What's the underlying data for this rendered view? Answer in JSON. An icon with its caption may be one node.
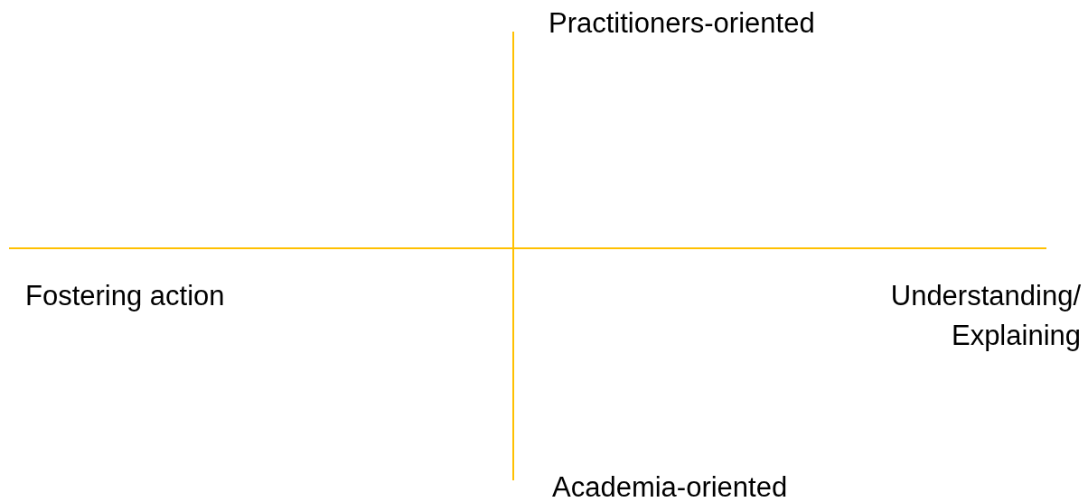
{
  "diagram": {
    "labels": [
      "Practitioners-oriented",
      "Fostering action",
      "Understanding/ Explaining",
      "Academia-oriented"
    ]
  }
}
